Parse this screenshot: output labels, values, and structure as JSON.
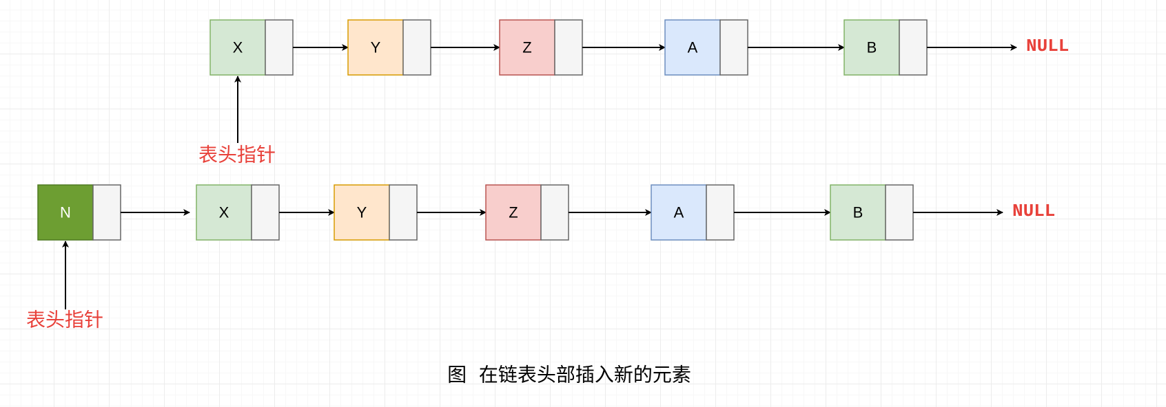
{
  "colors": {
    "pointer_text": "#e8413a",
    "null_text": "#e8413a",
    "arrow": "#000000",
    "next_cell_fill": "#f5f5f5",
    "next_cell_stroke": "#666666"
  },
  "lists": [
    {
      "nodes": [
        {
          "label": "X",
          "fill": "#d5e8d4",
          "stroke": "#82b366",
          "text_color": "#000000"
        },
        {
          "label": "Y",
          "fill": "#ffe6cc",
          "stroke": "#d79b00",
          "text_color": "#000000"
        },
        {
          "label": "Z",
          "fill": "#f8cecc",
          "stroke": "#b85450",
          "text_color": "#000000"
        },
        {
          "label": "A",
          "fill": "#dae8fc",
          "stroke": "#6c8ebf",
          "text_color": "#000000"
        },
        {
          "label": "B",
          "fill": "#d5e8d4",
          "stroke": "#82b366",
          "text_color": "#000000"
        }
      ],
      "terminator": "NULL",
      "head_pointer_label": "表头指针"
    },
    {
      "nodes": [
        {
          "label": "N",
          "fill": "#6d9e32",
          "stroke": "#4f7a21",
          "text_color": "#ffffff"
        },
        {
          "label": "X",
          "fill": "#d5e8d4",
          "stroke": "#82b366",
          "text_color": "#000000"
        },
        {
          "label": "Y",
          "fill": "#ffe6cc",
          "stroke": "#d79b00",
          "text_color": "#000000"
        },
        {
          "label": "Z",
          "fill": "#f8cecc",
          "stroke": "#b85450",
          "text_color": "#000000"
        },
        {
          "label": "A",
          "fill": "#dae8fc",
          "stroke": "#6c8ebf",
          "text_color": "#000000"
        },
        {
          "label": "B",
          "fill": "#d5e8d4",
          "stroke": "#82b366",
          "text_color": "#000000"
        }
      ],
      "terminator": "NULL",
      "head_pointer_label": "表头指针"
    }
  ],
  "caption": "图  在链表头部插入新的元素"
}
